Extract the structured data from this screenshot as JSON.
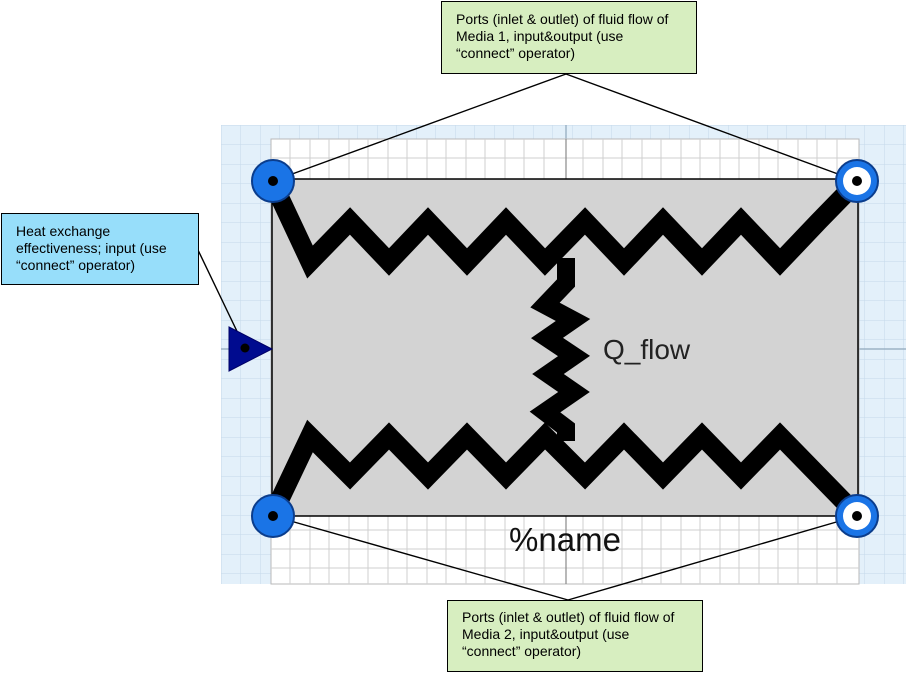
{
  "diagram": {
    "component": {
      "q_flow_label": "Q_flow",
      "name_label": "%name"
    },
    "colors": {
      "canvas_background": "#e3f0fa",
      "component_fill": "#d3d3d3",
      "port_blue": "#1a74e6",
      "input_triangle": "#000b8f",
      "callout_green": "#d7eec0",
      "callout_blue": "#97defa"
    },
    "callouts": {
      "media1": {
        "line1": "Ports (inlet & outlet) of fluid flow of",
        "line2": "Media 1, input&output (use",
        "line3": "“connect” operator)"
      },
      "media2": {
        "line1": "Ports (inlet & outlet) of fluid flow of",
        "line2": "Media 2, input&output (use",
        "line3": "“connect” operator)"
      },
      "effectiveness": {
        "line1": "Heat exchange",
        "line2": "effectiveness; input (use",
        "line3": "“connect” operator)"
      }
    }
  }
}
